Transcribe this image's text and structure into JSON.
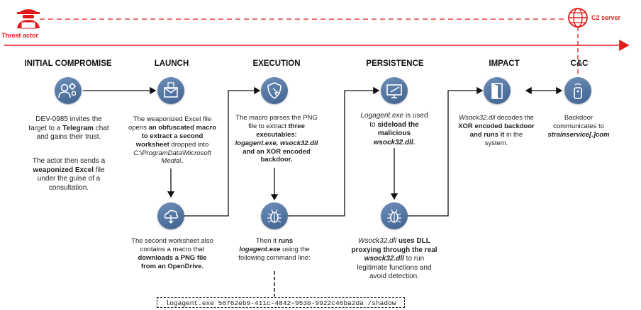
{
  "header": {
    "actor_label": "Threat actor",
    "server_label": "C2 server",
    "accent_color": "#e11b1b",
    "node_color": "#4a6c98"
  },
  "stages": [
    {
      "title": "INITIAL COMPROMISE",
      "icon": "user-gear-icon"
    },
    {
      "title": "LAUNCH",
      "icon": "mail-document-icon"
    },
    {
      "title": "EXECUTION",
      "icon": "shield-cursor-icon"
    },
    {
      "title": "PERSISTENCE",
      "icon": "monitor-pen-icon"
    },
    {
      "title": "IMPACT",
      "icon": "door-icon"
    },
    {
      "title": "C&C",
      "icon": "remote-device-icon"
    }
  ],
  "nodes": {
    "cloud_download": {
      "icon": "cloud-download-icon"
    },
    "bug_execution": {
      "icon": "bug-icon"
    },
    "bug_persistence": {
      "icon": "bug-icon"
    }
  },
  "descriptions": {
    "initial_1": [
      "DEV-0985 invites the target to a ",
      "Telegram",
      " chat and gains their trust."
    ],
    "initial_2": [
      "The actor then sends a ",
      "weaponized Excel",
      " file under the guise of a consultation."
    ],
    "launch": [
      "The weaponized Excel file opens ",
      "an obfuscated macro to extract a second worksheet",
      " dropped into ",
      "C:\\ProgramData\\Microsoft Media\\",
      "."
    ],
    "execution": [
      "The macro parses the PNG file to extract ",
      "three executables: ",
      "logagent.exe, wsock32.dll",
      " and an XOR encoded backdoor."
    ],
    "persistence": [
      "Logagent.exe",
      " is used to ",
      "sideload the malicious ",
      "wsock32.dll."
    ],
    "impact": [
      "Wsock32.dll",
      " decodes the ",
      "XOR encoded backdoor and runs it",
      " in the system."
    ],
    "cnc": [
      "Backdoor communicates to ",
      "strainservice[.]com"
    ],
    "launch_bottom": [
      "The second worksheet also contains a macro that ",
      "downloads a PNG file from an OpenDrive."
    ],
    "execution_bottom": [
      "Then it ",
      "runs ",
      "logagent.exe",
      " using the following command line:"
    ],
    "persistence_bottom": [
      "Wsock32.dll",
      " uses DLL proxying through the real ",
      "wsock32.dll",
      " to run legitimate functions and avoid detection."
    ]
  },
  "command_line": "logagent.exe 56762eb9-411c-4842-9530-9922c46ba2da /shadow"
}
